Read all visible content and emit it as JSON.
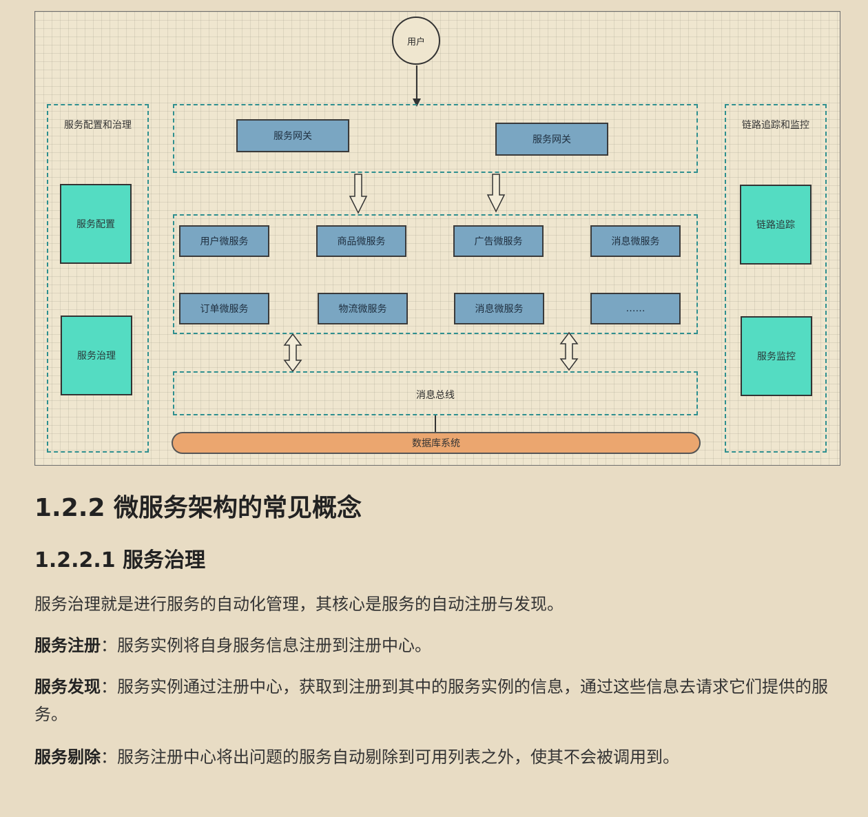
{
  "diagram": {
    "user": "用户",
    "left_panel": {
      "title": "服务配置和治理",
      "items": [
        "服务配置",
        "服务治理"
      ]
    },
    "right_panel": {
      "title": "链路追踪和监控",
      "items": [
        "链路追踪",
        "服务监控"
      ]
    },
    "gateways": [
      "服务网关",
      "服务网关"
    ],
    "microservices": [
      "用户微服务",
      "商品微服务",
      "广告微服务",
      "消息微服务",
      "订单微服务",
      "物流微服务",
      "消息微服务",
      "……"
    ],
    "message_bus": "消息总线",
    "database": "数据库系统",
    "colors": {
      "dashed_border": "#2e8f8f",
      "teal_box": "#54dcc2",
      "blue_box": "#7aa6c2",
      "database_bar": "#eba66f"
    }
  },
  "article": {
    "h2": "1.2.2 微服务架构的常见概念",
    "h3": "1.2.2.1 服务治理",
    "intro": "服务治理就是进行服务的自动化管理，其核心是服务的自动注册与发现。",
    "definitions": [
      {
        "term": "服务注册",
        "sep": "：",
        "text": "服务实例将自身服务信息注册到注册中心。"
      },
      {
        "term": "服务发现",
        "sep": "：",
        "text": "服务实例通过注册中心，获取到注册到其中的服务实例的信息，通过这些信息去请求它们提供的服务。"
      },
      {
        "term": "服务剔除",
        "sep": "：",
        "text": "服务注册中心将出问题的服务自动剔除到可用列表之外，使其不会被调用到。"
      }
    ]
  }
}
